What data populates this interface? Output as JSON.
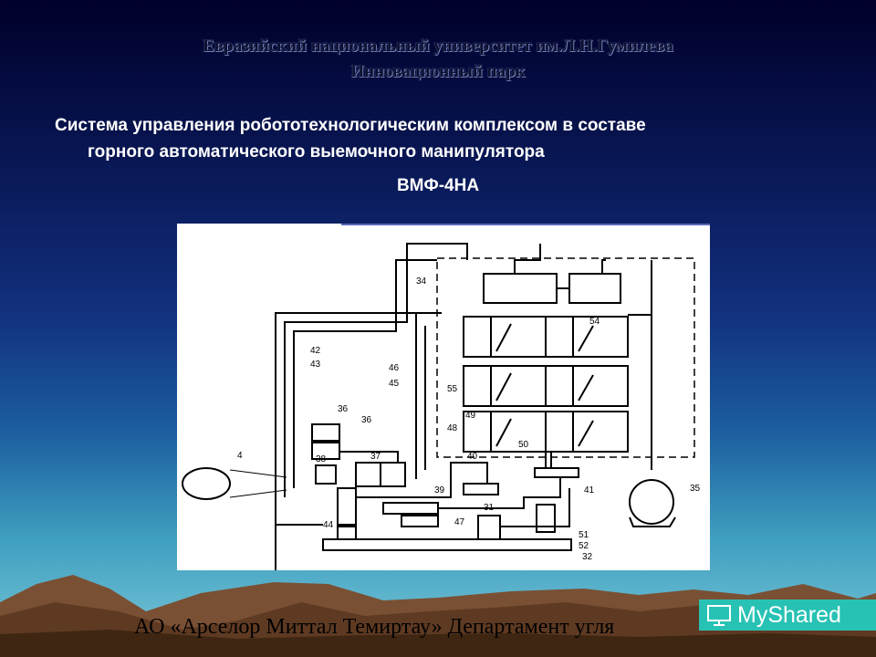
{
  "header": {
    "line1": "Евразийский национальный университет им.Л.Н.Гумилева",
    "line2": "Инновационный парк"
  },
  "title": {
    "line1": "Система управления робототехнологическим комплексом в составе",
    "line2": "горного   автоматического выемочного манипулятора",
    "line3": "ВМФ-4НА"
  },
  "diagram": {
    "labels": [
      "34",
      "54",
      "42",
      "43",
      "46",
      "45",
      "55",
      "48",
      "49",
      "50",
      "36",
      "36",
      "38",
      "37",
      "4",
      "40",
      "41",
      "35",
      "39",
      "31",
      "44",
      "47",
      "51",
      "52",
      "32"
    ]
  },
  "footer": {
    "text": "АО «Арселор Миттал Темиртау» Департамент угля"
  },
  "watermark": {
    "text": "MyShared",
    "icon": "presentation-board-icon"
  }
}
